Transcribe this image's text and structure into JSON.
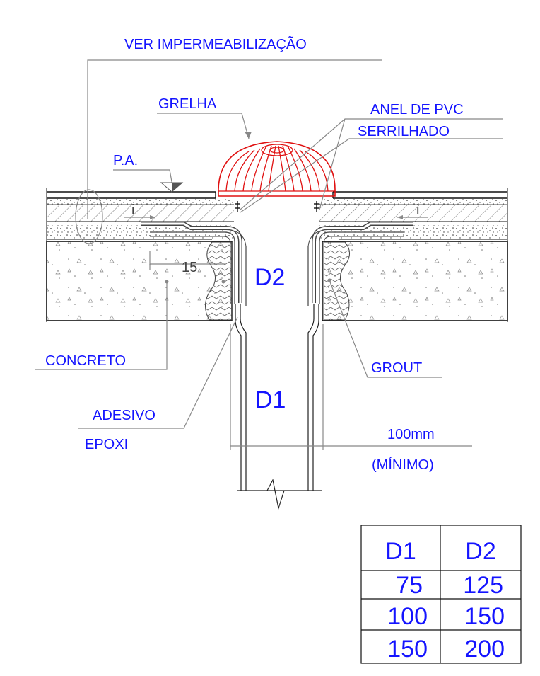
{
  "labels": {
    "ver_impermeabilizacao": "VER IMPERMEABILIZAÇÃO",
    "grelha": "GRELHA",
    "anel_pvc": "ANEL DE PVC",
    "serrilhado": "SERRILHADO",
    "pa": "P.A.",
    "i_left": "i",
    "i_right": "i",
    "dim_15": "15",
    "d2": "D2",
    "concreto": "CONCRETO",
    "grout": "GROUT",
    "d1": "D1",
    "adesivo": "ADESIVO",
    "epoxi": "EPOXI",
    "dim_100": "100mm",
    "minimo": "(MÍNIMO)"
  },
  "colors": {
    "label": "#1414ff",
    "grate": "#e01010",
    "line": "#111111",
    "leader": "#888888"
  },
  "table": {
    "headers": [
      "D1",
      "D2"
    ],
    "rows": [
      [
        "75",
        "125"
      ],
      [
        "100",
        "150"
      ],
      [
        "150",
        "200"
      ]
    ]
  }
}
